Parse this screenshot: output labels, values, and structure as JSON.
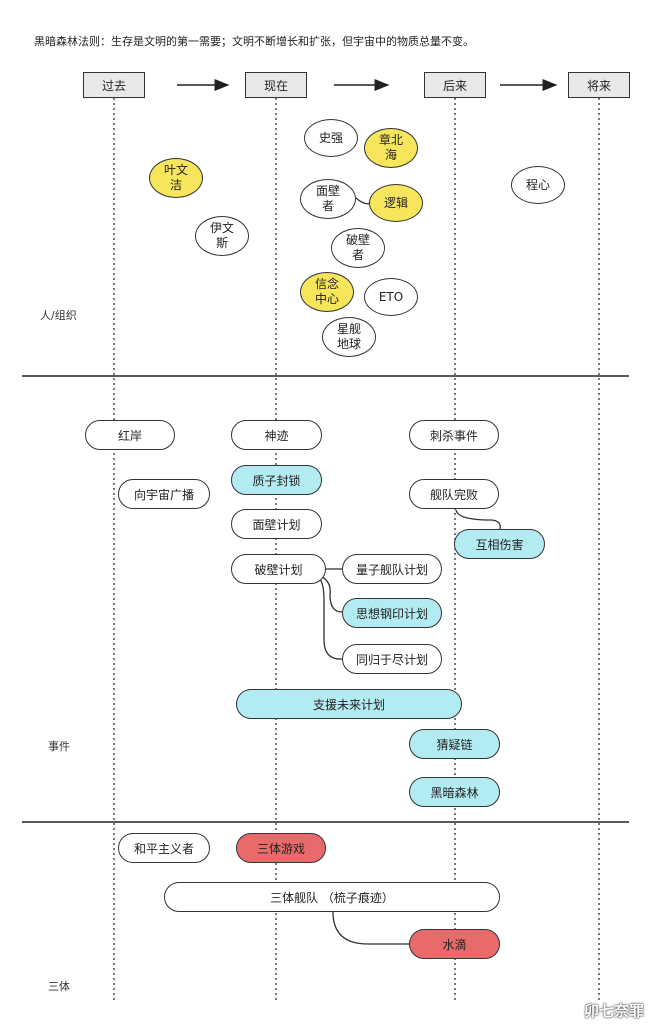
{
  "headline": "黑暗森林法则：生存是文明的第一需要；文明不断增长和扩张，但宇宙中的物质总量不变。",
  "phases": [
    "过去",
    "现在",
    "后来",
    "将来"
  ],
  "sections": {
    "people": "人/组织",
    "events": "事件",
    "trisolaris": "三体"
  },
  "people": {
    "shi_qiang": "史强",
    "zhang_beihai": "章北\n海",
    "ye_wenjie": "叶文\n洁",
    "cheng_xin": "程心",
    "wallfacer": "面壁\n者",
    "luo_ji": "逻辑",
    "evans": "伊文\n斯",
    "wallbreaker": "破壁\n者",
    "faith_center": "信念\n中心",
    "eto": "ETO",
    "earth_fleet": "星舰\n地球"
  },
  "events": {
    "red_coast": "红岸",
    "miracle": "神迹",
    "assassination": "刺杀事件",
    "sophon_lock": "质子封锁",
    "broadcast": "向宇宙广播",
    "fleet_defeat": "舰队完败",
    "wallfacer_plan": "面壁计划",
    "mutual_harm": "互相伤害",
    "wallbreaker_plan": "破壁计划",
    "quantum_fleet": "量子舰队计划",
    "mind_seal": "思想钢印计划",
    "perish_together": "同归于尽计划",
    "future_support": "支援未来计划",
    "suspicion_chain": "猜疑链",
    "dark_forest": "黑暗森林"
  },
  "trisolaris": {
    "pacifist": "和平主义者",
    "game": "三体游戏",
    "fleet": "三体舰队 （梳子痕迹）",
    "droplet": "水滴"
  },
  "watermark": "卯七奈罪",
  "colors": {
    "yellow": "#f7e55c",
    "blue": "#b3ebf2",
    "red": "#e86a6a",
    "phase_fill": "#e9e9e9",
    "stroke": "#333333"
  }
}
